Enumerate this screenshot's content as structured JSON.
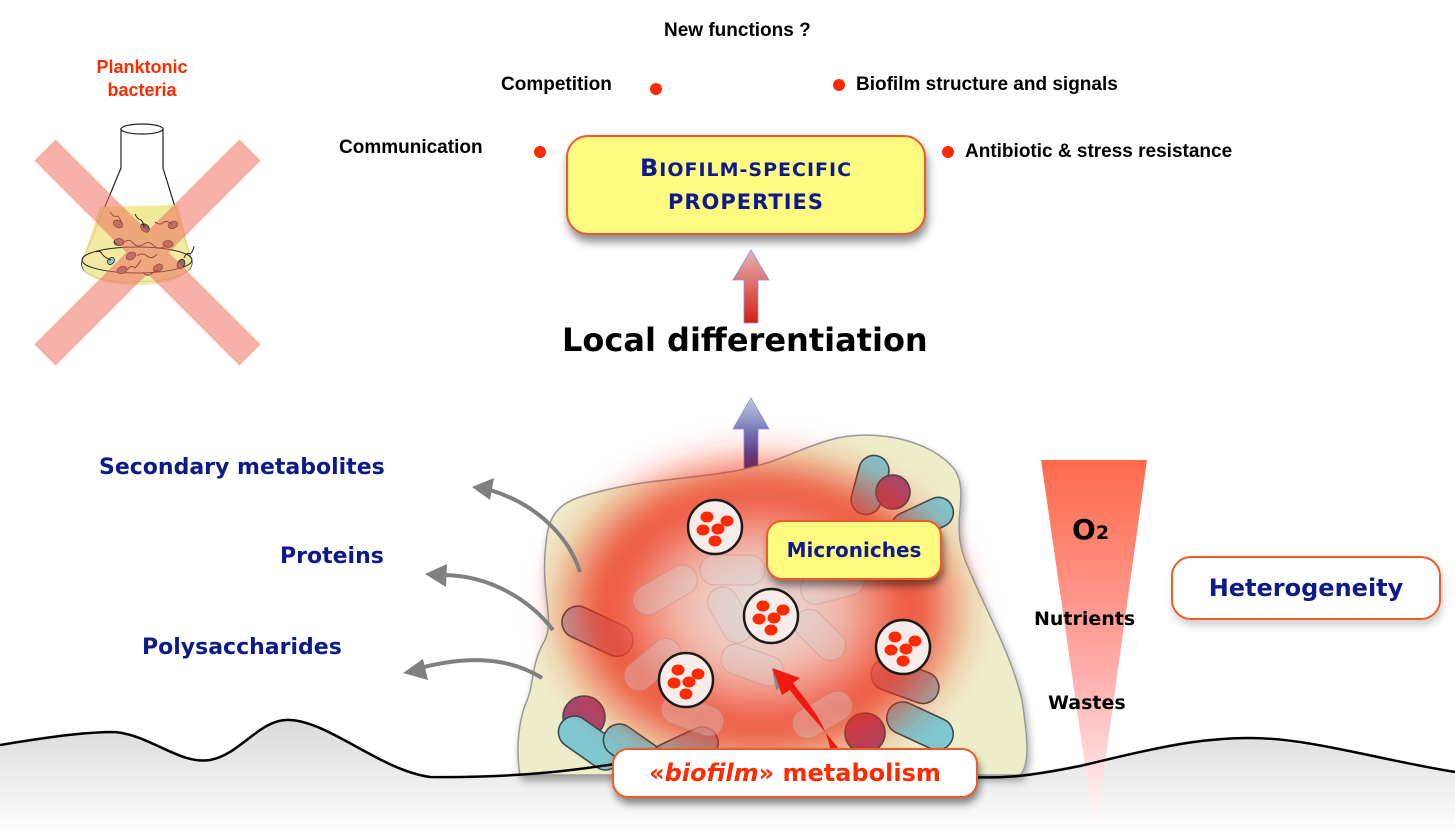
{
  "planktonic": {
    "label_line1": "Planktonic",
    "label_line2": "bacteria",
    "crossed_out": true
  },
  "top": {
    "question": "New functions ?",
    "properties_title_first": "B",
    "properties_title_rest": "IOFILM-SPECIFIC",
    "properties_title_line2": "PROPERTIES",
    "functions": [
      {
        "label": "Competition",
        "side": "left"
      },
      {
        "label": "Biofilm structure and signals",
        "side": "right"
      },
      {
        "label": "Communication",
        "side": "left"
      },
      {
        "label": "Antibiotic & stress resistance",
        "side": "right"
      }
    ]
  },
  "middle": {
    "differentiation_label": "Local differentiation"
  },
  "secretions": [
    {
      "label": "Secondary metabolites"
    },
    {
      "label": "Proteins"
    },
    {
      "label": "Polysaccharides"
    }
  ],
  "biofilm": {
    "microniches_label": "Microniches",
    "metabolism_prefix": "«",
    "metabolism_italic": "biofilm",
    "metabolism_suffix": "» metabolism",
    "microniche_count": 4
  },
  "gradient": {
    "o2_label": "O",
    "o2_subscript": "2",
    "nutrients_label": "Nutrients",
    "wastes_label": "Wastes"
  },
  "heterogeneity_label": "Heterogeneity",
  "colors": {
    "accent_red": "#ff2a00",
    "navy_text": "#0d1a8c",
    "box_yellow": "#fffa80",
    "box_border": "#f05a28",
    "matrix": "#eeedca",
    "cell_teal": "#7fc8d0",
    "cell_purple": "#a8476f"
  }
}
